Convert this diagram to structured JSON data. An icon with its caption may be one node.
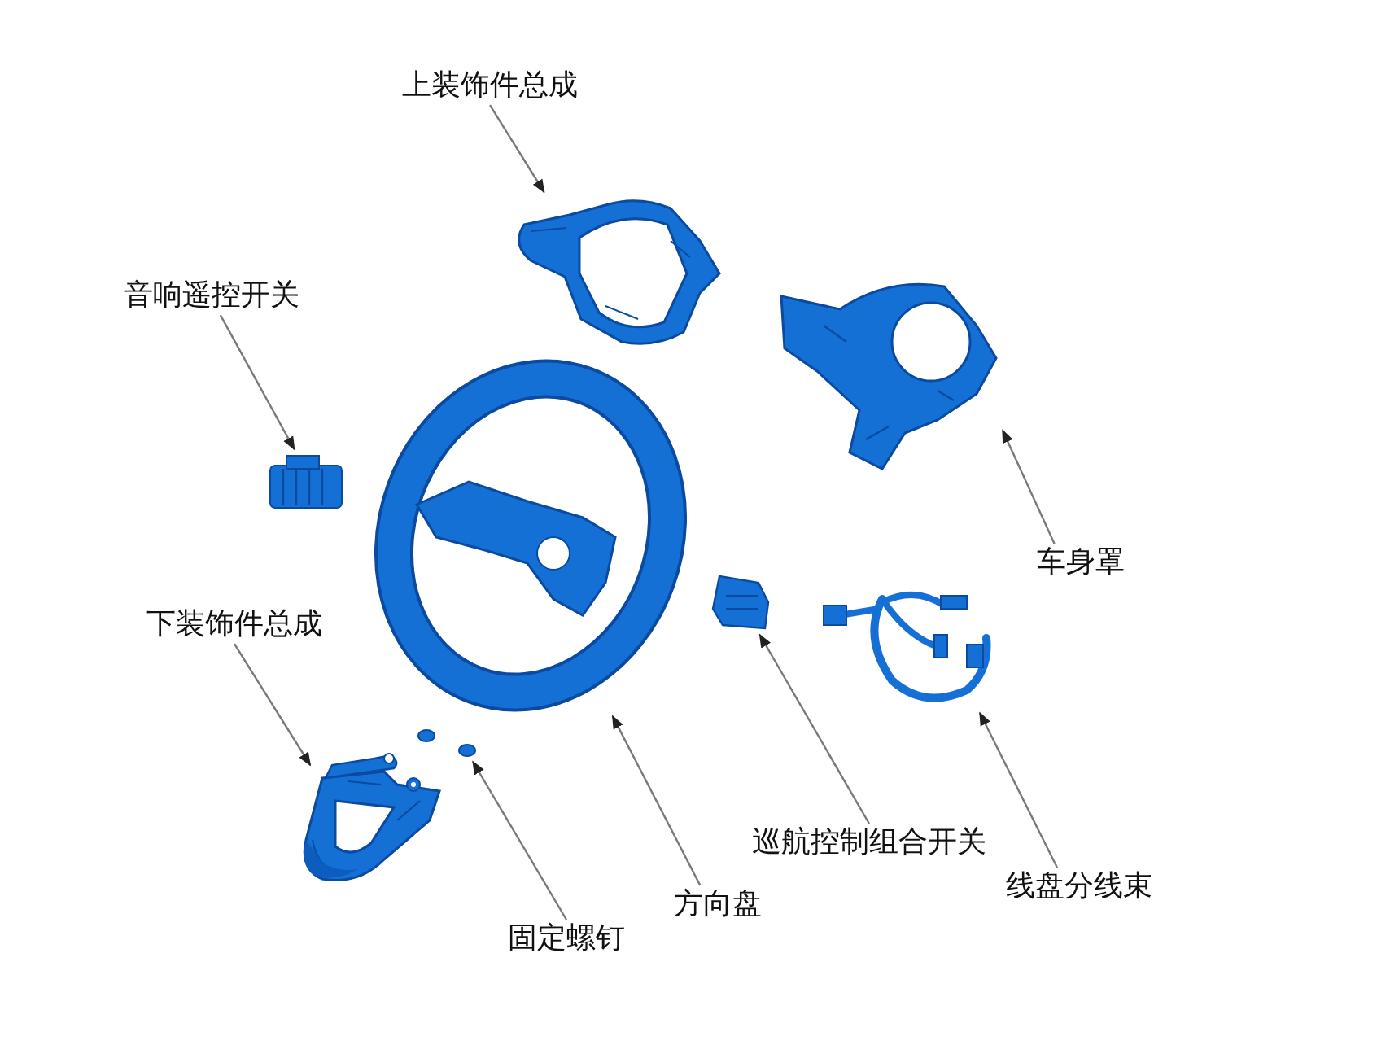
{
  "diagram": {
    "nodes": [
      {
        "text": [
          "上装饰件总成"
        ]
      },
      {
        "text": [
          "音响遥控开关"
        ]
      },
      {
        "text": [
          "车身罩"
        ]
      },
      {
        "text": [
          "下装饰件总成"
        ]
      },
      {
        "text": [
          "巡航控制组合开关"
        ]
      },
      {
        "text": [
          "线盘分线束"
        ]
      },
      {
        "text": [
          "方向盘"
        ]
      },
      {
        "text": [
          "固定螺钉"
        ]
      },
      {
        "text": [],
        "shape": "picture"
      },
      {
        "text": [],
        "shape": "picture"
      },
      {
        "text": [],
        "shape": "picture"
      },
      {
        "text": [],
        "shape": "picture"
      },
      {
        "text": [],
        "shape": "picture"
      },
      {
        "text": [],
        "shape": "picture"
      },
      {
        "text": [],
        "shape": "picture"
      },
      {
        "text": [],
        "shape": "picture"
      }
    ],
    "edges": [
      {
        "from": 0,
        "to": 8,
        "arrow": "to"
      },
      {
        "from": 1,
        "to": 9,
        "arrow": "to"
      },
      {
        "from": 2,
        "to": 10,
        "arrow": "to"
      },
      {
        "from": 3,
        "to": 11,
        "arrow": "to"
      },
      {
        "from": 4,
        "to": 12,
        "arrow": "to"
      },
      {
        "from": 5,
        "to": 13,
        "arrow": "to"
      },
      {
        "from": 6,
        "to": 14,
        "arrow": "to"
      },
      {
        "from": 7,
        "to": 15,
        "arrow": "to"
      }
    ]
  }
}
